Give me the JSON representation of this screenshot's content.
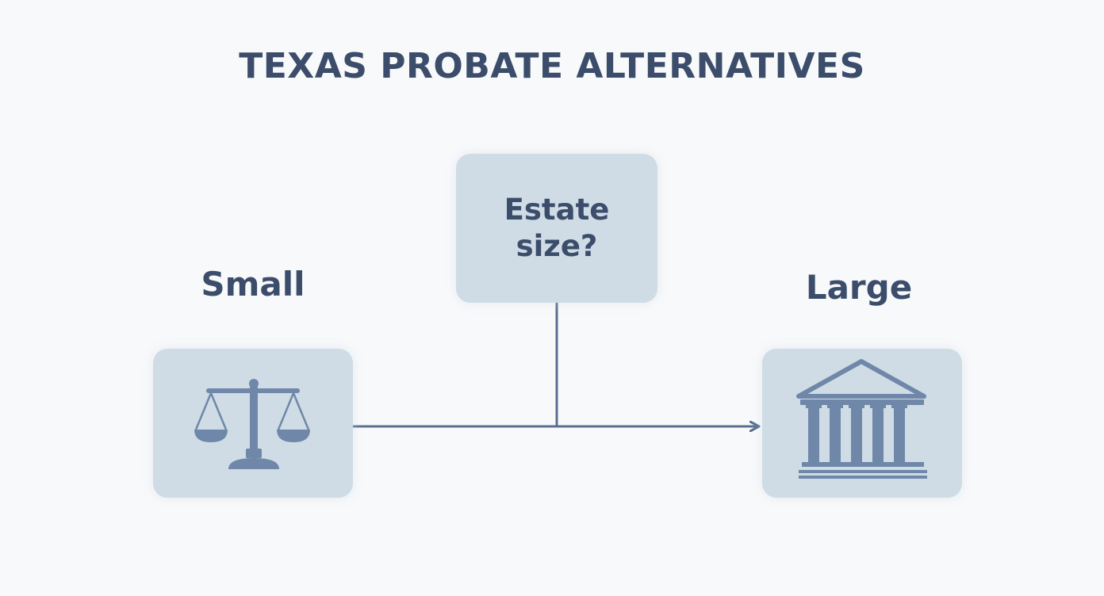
{
  "title": "TEXAS PROBATE ALTERNATIVES",
  "decision": {
    "question": "Estate size?"
  },
  "branches": {
    "small": {
      "label": "Small",
      "icon": "scales-of-justice-icon"
    },
    "large": {
      "label": "Large",
      "icon": "courthouse-icon"
    }
  },
  "colors": {
    "background": "#f8f9fb",
    "box_fill": "#cfdce5",
    "text": "#3c4d6b",
    "line": "#5a6f8f",
    "icon": "#6f87a8"
  }
}
